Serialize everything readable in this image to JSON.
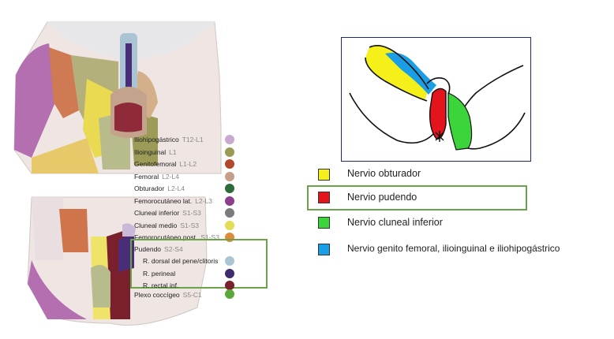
{
  "left_legend": {
    "items": [
      {
        "name": "Iliohipogástrico",
        "range": "T12-L1",
        "color": "#c9a9cf"
      },
      {
        "name": "Ilioinguinal",
        "range": "L1",
        "color": "#9a9a55"
      },
      {
        "name": "Genitofemoral",
        "range": "L1-L2",
        "color": "#b2472c"
      },
      {
        "name": "Femoral",
        "range": "L2-L4",
        "color": "#c79e8a"
      },
      {
        "name": "Obturador",
        "range": "L2-L4",
        "color": "#2f6a3a"
      },
      {
        "name": "Femorocutáneo lat.",
        "range": "L2-L3",
        "color": "#8e3f8b"
      },
      {
        "name": "Cluneal inferior",
        "range": "S1-S3",
        "color": "#7b7b7b"
      },
      {
        "name": "Cluneal medio",
        "range": "S1-S3",
        "color": "#e3dc55"
      },
      {
        "name": "Femorocutáneo post.",
        "range": "S1-S3",
        "color": "#e08a3a"
      }
    ],
    "pudendo": {
      "name": "Pudendo",
      "range": "S2-S4",
      "branches": [
        {
          "name": "R. dorsal del pene/clitoris",
          "color": "#a9c4d3"
        },
        {
          "name": "R. perineal",
          "color": "#3f2c6f"
        },
        {
          "name": "R. rectal inf.",
          "color": "#7a1f2c"
        }
      ]
    },
    "coccigeo": {
      "name": "Plexo coccígeo",
      "range": "S5-C1",
      "color": "#5aa83a"
    }
  },
  "right_key": {
    "items": [
      {
        "label": "Nervio obturador",
        "color": "#f5ef1a"
      },
      {
        "label": "Nervio pudendo",
        "color": "#e3141c"
      },
      {
        "label": "Nervio cluneal inferior",
        "color": "#3bd43b"
      },
      {
        "label": "Nervio genito femoral, ilioinguinal e iliohipogástrico",
        "color": "#1a9fe6"
      }
    ]
  },
  "highlight_color": "#6aa34a"
}
